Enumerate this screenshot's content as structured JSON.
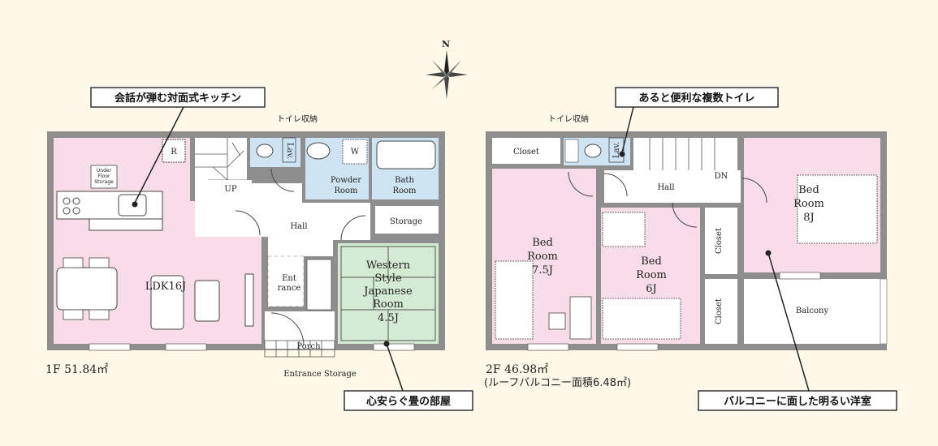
{
  "compass": {
    "north": "N"
  },
  "floor1": {
    "area_label": "1F 51.84㎡",
    "rooms": {
      "ldk": "LDK16J",
      "up": "UP",
      "hall": "Hall",
      "powder": [
        "Powder",
        "Room"
      ],
      "bath": [
        "Bath",
        "Room"
      ],
      "storage": "Storage",
      "entrance": [
        "Ent",
        "rance"
      ],
      "japanese": [
        "Western",
        "Style",
        "Japanese",
        "Room",
        "4.5J"
      ],
      "porch": "Porch",
      "entrance_storage": "Entrance Storage",
      "underfloor": [
        "Under",
        "Floor",
        "Storage"
      ],
      "lav": "Lav.",
      "fridge": "R",
      "washer": "W",
      "toilet_storage": "トイレ収納"
    },
    "callouts": {
      "kitchen": "会話が弾む対面式キッチン",
      "tatami": "心安らぐ畳の部屋"
    }
  },
  "floor2": {
    "area_label": "2F 46.98㎡",
    "area_sub": "(ルーフバルコニー面積6.48㎡)",
    "rooms": {
      "closet_top": "Closet",
      "hall": "Hall",
      "dn": "DN",
      "bed_left": [
        "Bed",
        "Room",
        "7.5J"
      ],
      "bed_mid": [
        "Bed",
        "Room",
        "6J"
      ],
      "bed_right": [
        "Bed",
        "Room",
        "8J"
      ],
      "closet_v1": "Closet",
      "closet_v2": "Closet",
      "balcony": "Balcony",
      "lav": "Lav.",
      "toilet_storage": "トイレ収納"
    },
    "callouts": {
      "toilet": "あると便利な複数トイレ",
      "balcony_room": "バルコニーに面した明るい洋室"
    }
  },
  "colors": {
    "background": "#fdf8e7",
    "wall": "#8e8e8e",
    "pink_room": "#f8dde8",
    "blue_room": "#cfe4f3",
    "green_room": "#d3ead3",
    "white_room": "#ffffff"
  }
}
